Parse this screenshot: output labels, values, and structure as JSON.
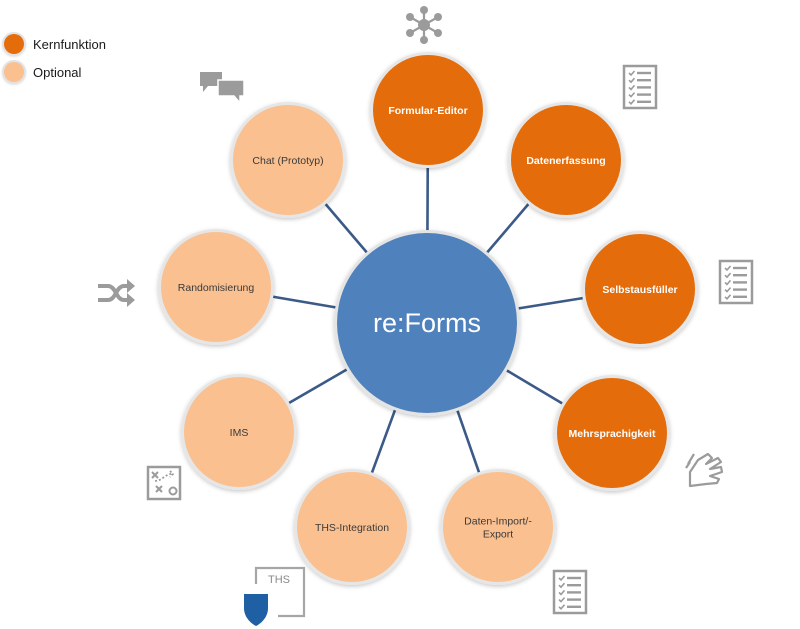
{
  "legend": {
    "items": [
      {
        "label": "Kernfunktion",
        "color": "#e46c0a"
      },
      {
        "label": "Optional",
        "color": "#fac090"
      }
    ]
  },
  "hub": {
    "label": "re:Forms",
    "color": "#4f81bd"
  },
  "colors": {
    "core": "#e46c0a",
    "optional": "#fac090",
    "connector": "#3b5a87",
    "icon": "#9b9b9b",
    "ths_badge": "#1f5fa3"
  },
  "nodes": [
    {
      "id": "formular-editor",
      "lines": [
        "Formular-Editor"
      ],
      "type": "core",
      "icon": "network-icon"
    },
    {
      "id": "datenerfassung",
      "lines": [
        "Datenerfassung"
      ],
      "type": "core",
      "icon": "checklist-icon"
    },
    {
      "id": "selbstausfueller",
      "lines": [
        "Selbstausfüller"
      ],
      "type": "core",
      "icon": "checklist-icon"
    },
    {
      "id": "mehrsprachigkeit",
      "lines": [
        "Mehrsprachigkeit"
      ],
      "type": "core",
      "icon": "sign-language-icon"
    },
    {
      "id": "daten-import-export",
      "lines": [
        "Daten-Import/-",
        "Export"
      ],
      "type": "optional",
      "icon": "checklist-icon"
    },
    {
      "id": "ths-integration",
      "lines": [
        "THS-Integration"
      ],
      "type": "optional",
      "icon": "ths-logo-icon"
    },
    {
      "id": "ims",
      "lines": [
        "IMS"
      ],
      "type": "optional",
      "icon": "strategy-board-icon"
    },
    {
      "id": "randomisierung",
      "lines": [
        "Randomisierung"
      ],
      "type": "optional",
      "icon": "shuffle-icon"
    },
    {
      "id": "chat-prototyp",
      "lines": [
        "Chat (Prototyp)"
      ],
      "type": "optional",
      "icon": "chat-bubbles-icon"
    }
  ],
  "ths_logo": {
    "text": "THS"
  }
}
